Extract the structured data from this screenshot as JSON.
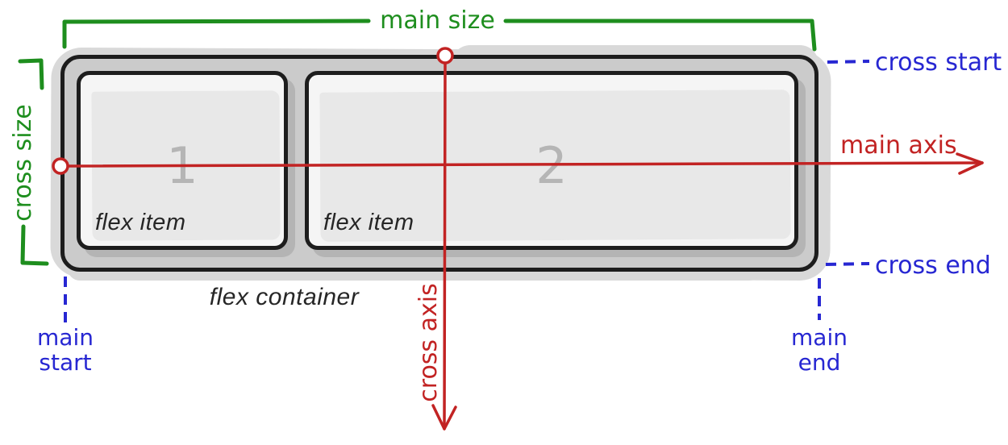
{
  "colors": {
    "green": "#1e8e1e",
    "red": "#c22323",
    "blue": "#2727d2",
    "ink": "#1d1d1d",
    "label_ink": "#262626",
    "gray_number": "#b5b5b5",
    "container_fill": "#cbcbcb",
    "halo": "#d9d9d9",
    "item_fill": "#f5f5f5",
    "item_inner": "#e8e8e8",
    "item_shadow": "#b4b4b4"
  },
  "diagram": {
    "annotations": {
      "main_size": "main size",
      "cross_size": "cross size",
      "main_axis": "main axis",
      "cross_axis": "cross axis",
      "cross_start": "cross start",
      "cross_end": "cross end",
      "main_start_line1": "main",
      "main_start_line2": "start",
      "main_end_line1": "main",
      "main_end_line2": "end"
    },
    "container": {
      "label": "flex container"
    },
    "items": [
      {
        "number": "1",
        "label": "flex item"
      },
      {
        "number": "2",
        "label": "flex item"
      }
    ]
  }
}
